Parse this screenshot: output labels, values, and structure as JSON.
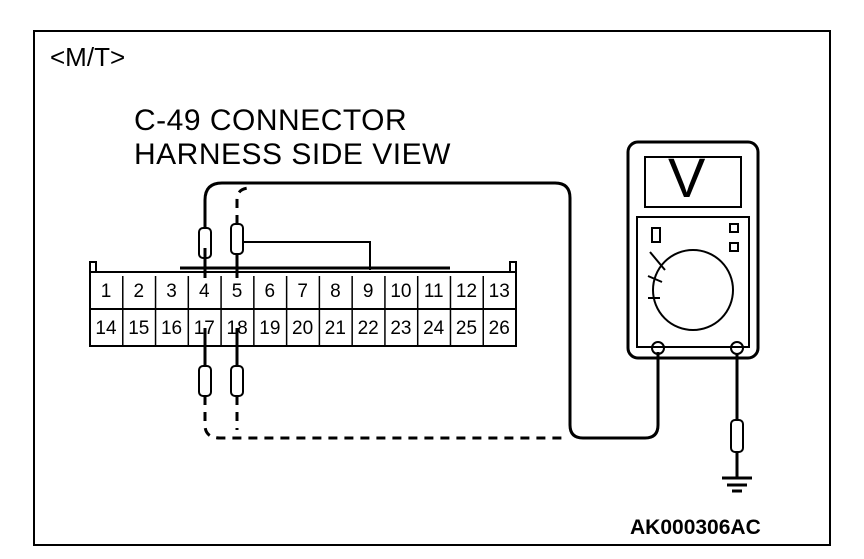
{
  "variant_label": "<M/T>",
  "connector": {
    "title_line1": "C-49 CONNECTOR",
    "title_line2": "HARNESS SIDE VIEW",
    "top_row": [
      "1",
      "2",
      "3",
      "4",
      "5",
      "6",
      "7",
      "8",
      "9",
      "10",
      "11",
      "12",
      "13"
    ],
    "bottom_row": [
      "14",
      "15",
      "16",
      "17",
      "18",
      "19",
      "20",
      "21",
      "22",
      "23",
      "24",
      "25",
      "26"
    ]
  },
  "meter": {
    "display_symbol": "V",
    "icon": "voltmeter-icon"
  },
  "ground": {
    "icon": "ground-icon"
  },
  "figure_code": "AK000306AC"
}
